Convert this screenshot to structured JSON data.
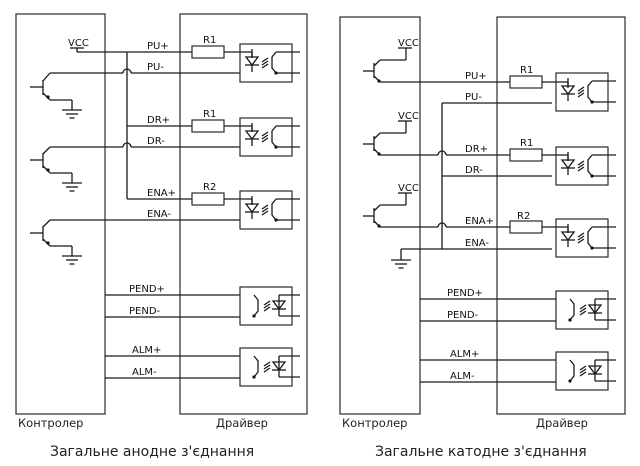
{
  "diagrams": [
    {
      "title": "Загальне анодне з'єднання",
      "controller_label": "Контролер",
      "driver_label": "Драйвер",
      "vcc": "VCC",
      "signals": [
        "PU+",
        "PU-",
        "DR+",
        "DR-",
        "ENA+",
        "ENA-",
        "PEND+",
        "PEND-",
        "ALM+",
        "ALM-"
      ],
      "resistors": [
        "R1",
        "R1",
        "R2"
      ]
    },
    {
      "title": "Загальне катодне з'єднання",
      "controller_label": "Контролер",
      "driver_label": "Драйвер",
      "vcc": "VCC",
      "signals": [
        "PU+",
        "PU-",
        "DR+",
        "DR-",
        "ENA+",
        "ENA-",
        "PEND+",
        "PEND-",
        "ALM+",
        "ALM-"
      ],
      "resistors": [
        "R1",
        "R1",
        "R2"
      ]
    }
  ]
}
